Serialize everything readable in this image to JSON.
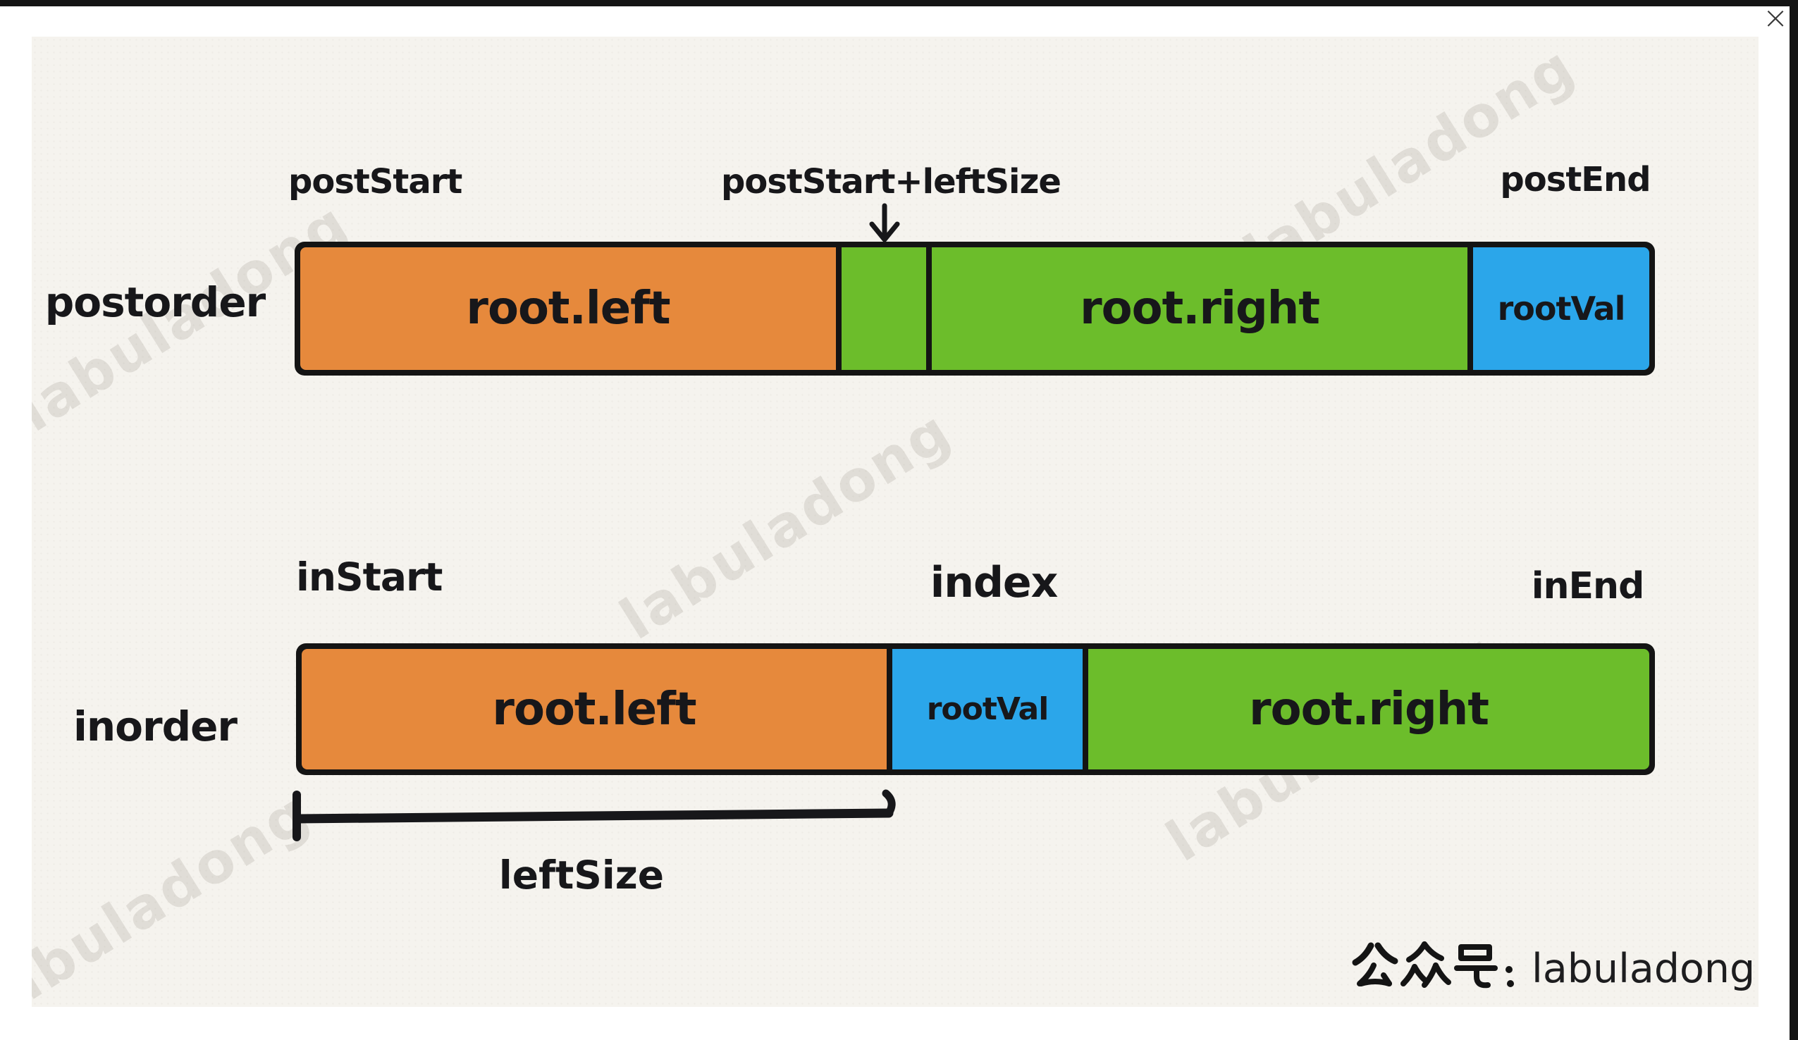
{
  "window": {
    "close_icon": "×"
  },
  "diagram": {
    "postorder_row": {
      "row_label": "postorder",
      "pointer_start": "postStart",
      "pointer_mid": "postStart+leftSize",
      "pointer_end": "postEnd",
      "segments": {
        "left": {
          "label": "root.left",
          "color": "#E6893C"
        },
        "mid": {
          "label": "",
          "color": "#6CBD2B"
        },
        "right": {
          "label": "root.right",
          "color": "#6CBD2B"
        },
        "val": {
          "label": "rootVal",
          "color": "#2BA6EA"
        }
      }
    },
    "inorder_row": {
      "row_label": "inorder",
      "pointer_start": "inStart",
      "pointer_mid": "index",
      "pointer_end": "inEnd",
      "segments": {
        "left": {
          "label": "root.left",
          "color": "#E6893C"
        },
        "val": {
          "label": "rootVal",
          "color": "#2BA6EA"
        },
        "right": {
          "label": "root.right",
          "color": "#6CBD2B"
        }
      }
    },
    "measure_label": "leftSize",
    "watermark_text": "labuladong"
  },
  "footer": {
    "seal_text": "公众号",
    "separator": "᠄",
    "brand": "labuladong"
  },
  "colors": {
    "orange": "#E6893C",
    "green": "#6CBD2B",
    "blue": "#2BA6EA",
    "ink": "#141414",
    "paper": "#F5F3EE",
    "watermark": "#E2DFD8"
  }
}
